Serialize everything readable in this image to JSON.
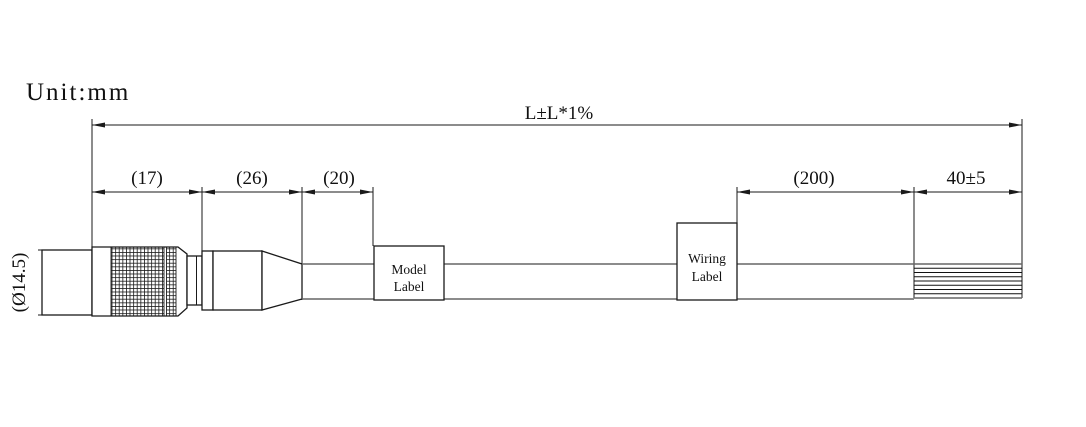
{
  "drawing": {
    "unit_label": "Unit:mm",
    "dimensions": {
      "overall_length": "L±L*1%",
      "seg_17": "(17)",
      "seg_26": "(26)",
      "seg_20": "(20)",
      "seg_200": "(200)",
      "seg_40": "40±5",
      "connector_diameter": "(Ø14.5)"
    },
    "labels": {
      "model": {
        "line1": "Model",
        "line2": "Label"
      },
      "wiring": {
        "line1": "Wiring",
        "line2": "Label"
      }
    },
    "colors": {
      "line": "#1a1a1a",
      "cable_line": "#666666",
      "text": "#111111",
      "background": "#ffffff"
    }
  }
}
